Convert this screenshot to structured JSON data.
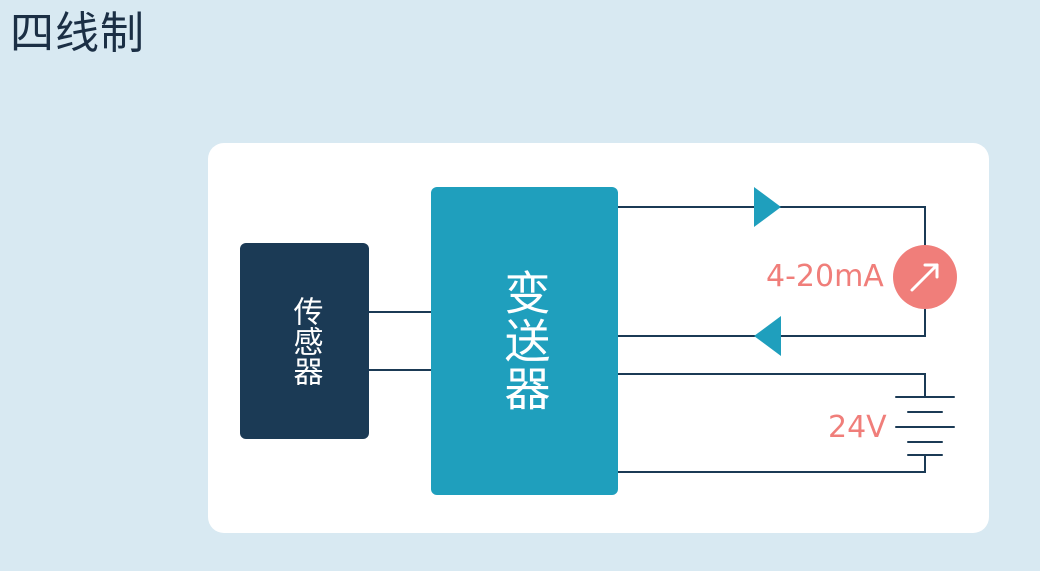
{
  "title": "四线制",
  "blocks": {
    "sensor": "传感器",
    "transmitter": "变送器"
  },
  "labels": {
    "current": "4-20mA",
    "voltage": "24V"
  },
  "colors": {
    "background": "#d8e9f2",
    "card": "#ffffff",
    "sensor": "#1b3a55",
    "transmitter": "#1f9fbd",
    "wire": "#1b3a55",
    "arrow": "#1f9fbd",
    "accent": "#f07e7a"
  },
  "icons": {
    "meter": "ammeter-arrow-icon",
    "battery": "battery-icon"
  }
}
